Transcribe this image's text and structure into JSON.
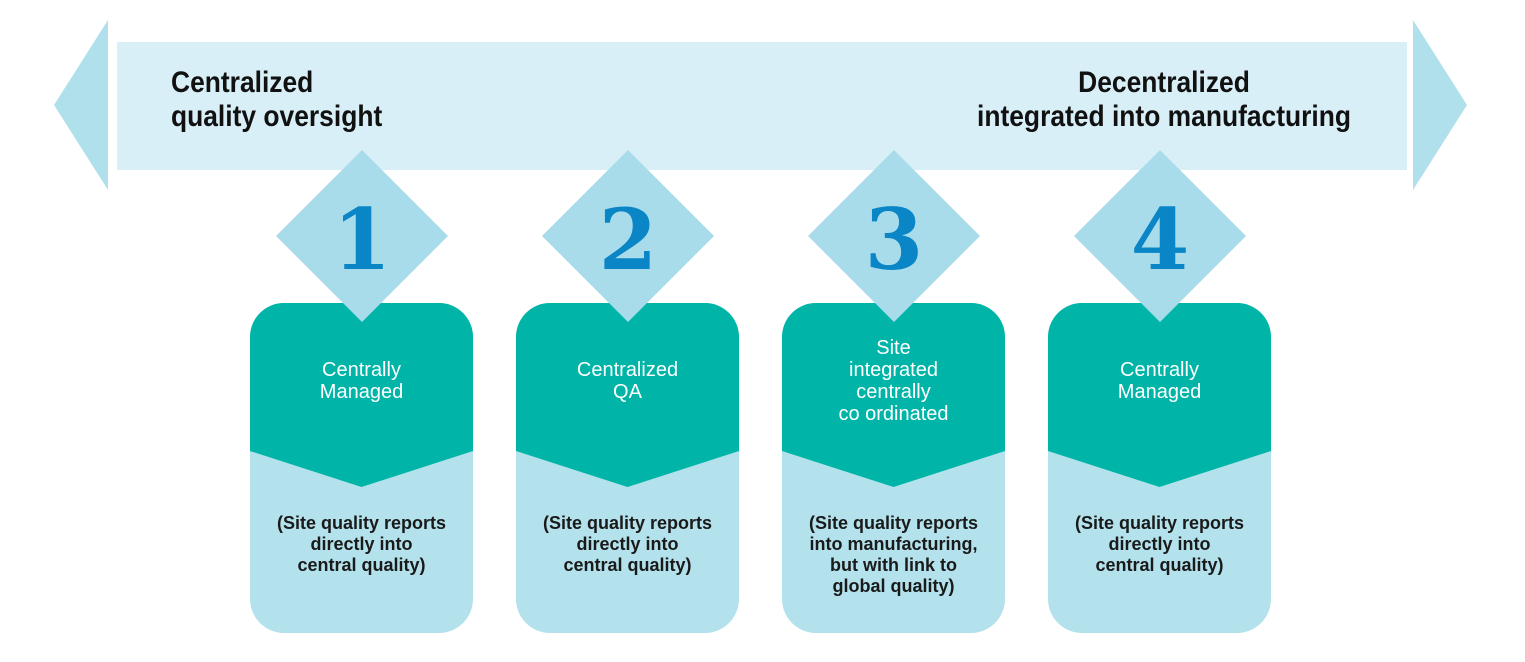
{
  "colors": {
    "arrow_band": "#d8eff7",
    "arrow_head": "#b0e0ec",
    "diamond": "#a9dceb",
    "number": "#0a86c7",
    "card_top": "#00b5a7",
    "card_bottom": "#b3e2ec"
  },
  "axis": {
    "left_label": [
      "Centralized",
      "quality oversight"
    ],
    "right_label": [
      "Decentralized",
      "integrated into manufacturing"
    ]
  },
  "models": [
    {
      "number": "1",
      "title": [
        "Centrally",
        "Managed"
      ],
      "description": [
        "(Site quality reports",
        "directly into",
        "central quality)"
      ]
    },
    {
      "number": "2",
      "title": [
        "Centralized",
        "QA"
      ],
      "description": [
        "(Site quality reports",
        "directly into",
        "central quality)"
      ]
    },
    {
      "number": "3",
      "title": [
        "Site",
        "integrated",
        "centrally",
        "co ordinated"
      ],
      "description": [
        "(Site quality reports",
        "into manufacturing,",
        "but with link to",
        "global quality)"
      ]
    },
    {
      "number": "4",
      "title": [
        "Centrally",
        "Managed"
      ],
      "description": [
        "(Site quality reports",
        "directly into",
        "central quality)"
      ]
    }
  ]
}
